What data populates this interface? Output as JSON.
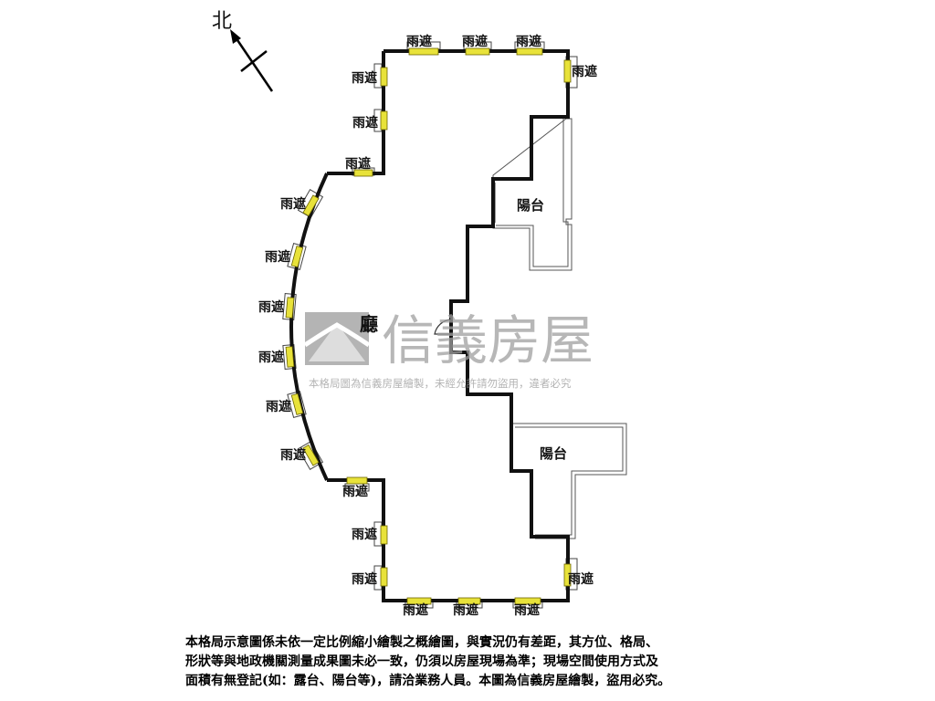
{
  "compass": {
    "label": "北"
  },
  "rooms": {
    "living": "廳",
    "balcony_1": "陽台",
    "balcony_2": "陽台"
  },
  "canopy_label": "雨遮",
  "watermark": {
    "brand": "信義房屋",
    "notice": "本格局圖為信義房屋繪製，未經允許請勿盜用，違者必究"
  },
  "disclaimer": {
    "line1": "本格局示意圖係未依一定比例縮小繪製之概繪圖，與實況仍有差距，其方位、格局、",
    "line2": "形狀等與地政機關測量成果圖未必一致，仍須以房屋現場為準；現場空間使用方式及",
    "line3": "面積有無登記(如：露台、陽台等)，請洽業務人員。本圖為信義房屋繪製，盜用必究。"
  },
  "colors": {
    "wall": "#111111",
    "window": "#e8e23a",
    "watermark": "#a0a0a0"
  }
}
